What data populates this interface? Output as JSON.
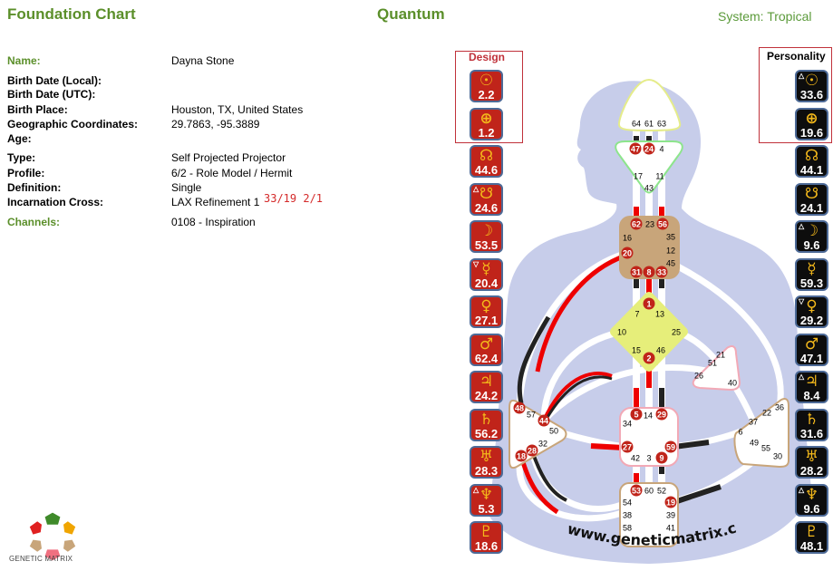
{
  "header": {
    "title": "Foundation Chart",
    "subtitle": "Quantum",
    "system": "System: Tropical"
  },
  "info": [
    {
      "label": "Name:",
      "value": "Dayna Stone",
      "accent": true
    },
    {
      "label": "Birth Date (Local):",
      "value": ""
    },
    {
      "label": "Birth Date (UTC):",
      "value": ""
    },
    {
      "label": "Birth Place:",
      "value": "Houston, TX, United States"
    },
    {
      "label": "Geographic Coordinates:",
      "value": "29.7863, -95.3889"
    },
    {
      "label": "Age:",
      "value": ""
    },
    {
      "label": "Type:",
      "value": "Self Projected Projector"
    },
    {
      "label": "Profile:",
      "value": "6/2 - Role Model / Hermit"
    },
    {
      "label": "Definition:",
      "value": "Single"
    },
    {
      "label": "Incarnation Cross:",
      "value": "LAX Refinement 1"
    },
    {
      "label": "Channels:",
      "value": "0108 - Inspiration",
      "accent": true
    }
  ],
  "annotation": "33/19  2/1",
  "design": {
    "title": "Design",
    "planets": [
      {
        "icon": "sun-icon",
        "glyph": "☉",
        "value": "2.2",
        "arrow": ""
      },
      {
        "icon": "earth-icon",
        "glyph": "⊕",
        "value": "1.2",
        "arrow": ""
      },
      {
        "icon": "north-node-icon",
        "glyph": "☊",
        "value": "44.6",
        "arrow": ""
      },
      {
        "icon": "south-node-icon",
        "glyph": "☋",
        "value": "24.6",
        "arrow": "△"
      },
      {
        "icon": "moon-icon",
        "glyph": "☽",
        "value": "53.5",
        "arrow": ""
      },
      {
        "icon": "mercury-icon",
        "glyph": "☿",
        "value": "20.4",
        "arrow": "▽"
      },
      {
        "icon": "venus-icon",
        "glyph": "♀",
        "value": "27.1",
        "arrow": ""
      },
      {
        "icon": "mars-icon",
        "glyph": "♂",
        "value": "62.4",
        "arrow": ""
      },
      {
        "icon": "jupiter-icon",
        "glyph": "♃",
        "value": "24.2",
        "arrow": ""
      },
      {
        "icon": "saturn-icon",
        "glyph": "♄",
        "value": "56.2",
        "arrow": ""
      },
      {
        "icon": "uranus-icon",
        "glyph": "♅",
        "value": "28.3",
        "arrow": ""
      },
      {
        "icon": "neptune-icon",
        "glyph": "♆",
        "value": "5.3",
        "arrow": "△"
      },
      {
        "icon": "pluto-icon",
        "glyph": "♇",
        "value": "18.6",
        "arrow": ""
      }
    ]
  },
  "personality": {
    "title": "Personality",
    "planets": [
      {
        "icon": "sun-icon",
        "glyph": "☉",
        "value": "33.6",
        "arrow": "△"
      },
      {
        "icon": "earth-icon",
        "glyph": "⊕",
        "value": "19.6",
        "arrow": ""
      },
      {
        "icon": "north-node-icon",
        "glyph": "☊",
        "value": "44.1",
        "arrow": ""
      },
      {
        "icon": "south-node-icon",
        "glyph": "☋",
        "value": "24.1",
        "arrow": ""
      },
      {
        "icon": "moon-icon",
        "glyph": "☽",
        "value": "9.6",
        "arrow": "△"
      },
      {
        "icon": "mercury-icon",
        "glyph": "☿",
        "value": "59.3",
        "arrow": ""
      },
      {
        "icon": "venus-icon",
        "glyph": "♀",
        "value": "29.2",
        "arrow": "▽"
      },
      {
        "icon": "mars-icon",
        "glyph": "♂",
        "value": "47.1",
        "arrow": ""
      },
      {
        "icon": "jupiter-icon",
        "glyph": "♃",
        "value": "8.4",
        "arrow": "△"
      },
      {
        "icon": "saturn-icon",
        "glyph": "♄",
        "value": "31.6",
        "arrow": ""
      },
      {
        "icon": "uranus-icon",
        "glyph": "♅",
        "value": "28.2",
        "arrow": ""
      },
      {
        "icon": "neptune-icon",
        "glyph": "♆",
        "value": "9.6",
        "arrow": "△"
      },
      {
        "icon": "pluto-icon",
        "glyph": "♇",
        "value": "48.1",
        "arrow": ""
      }
    ]
  },
  "bodygraph": {
    "centers": [
      {
        "name": "head",
        "defined": false,
        "gates": [
          "64",
          "61",
          "63"
        ]
      },
      {
        "name": "ajna",
        "defined": false,
        "gates": [
          "47",
          "24",
          "4",
          "17",
          "11",
          "43"
        ]
      },
      {
        "name": "throat",
        "defined": true,
        "gates": [
          "62",
          "23",
          "56",
          "16",
          "35",
          "20",
          "12",
          "45",
          "31",
          "8",
          "33"
        ]
      },
      {
        "name": "g",
        "defined": true,
        "gates": [
          "1",
          "7",
          "13",
          "10",
          "25",
          "15",
          "46",
          "2"
        ]
      },
      {
        "name": "heart",
        "defined": false,
        "gates": [
          "21",
          "51",
          "26",
          "40"
        ]
      },
      {
        "name": "spleen",
        "defined": false,
        "gates": [
          "48",
          "57",
          "44",
          "50",
          "32",
          "28",
          "18"
        ]
      },
      {
        "name": "sacral",
        "defined": false,
        "gates": [
          "5",
          "14",
          "29",
          "34",
          "27",
          "59",
          "42",
          "3",
          "9"
        ]
      },
      {
        "name": "solar-plexus",
        "defined": false,
        "gates": [
          "36",
          "22",
          "37",
          "6",
          "49",
          "55",
          "30"
        ]
      },
      {
        "name": "root",
        "defined": false,
        "gates": [
          "53",
          "60",
          "52",
          "54",
          "19",
          "38",
          "39",
          "58",
          "41"
        ]
      }
    ],
    "active_gates": [
      "47",
      "24",
      "62",
      "56",
      "20",
      "31",
      "8",
      "33",
      "1",
      "2",
      "5",
      "29",
      "27",
      "59",
      "9",
      "53",
      "19",
      "48",
      "44",
      "28",
      "18"
    ],
    "watermark": "www.geneticmatrix.com"
  },
  "logo": {
    "text": "GENETIC MATRIX"
  },
  "colors": {
    "green": "#5b8f2a",
    "design": "#c0241a",
    "personality": "#0d0d0d",
    "body": "#c7cdea"
  }
}
